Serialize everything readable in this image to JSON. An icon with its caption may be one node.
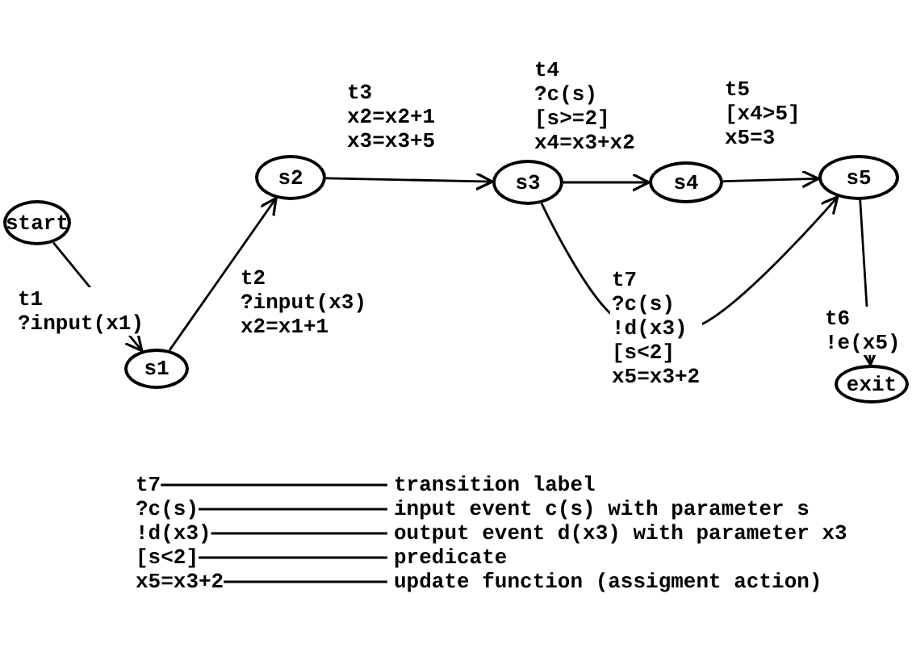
{
  "diagram": {
    "nodes": [
      {
        "text": [
          "start"
        ]
      },
      {
        "text": [
          "s1"
        ]
      },
      {
        "text": [
          "s2"
        ]
      },
      {
        "text": [
          "s3"
        ]
      },
      {
        "text": [
          "s4"
        ]
      },
      {
        "text": [
          "s5"
        ]
      },
      {
        "text": [
          "exit"
        ]
      },
      {
        "text": [
          "t7"
        ]
      },
      {
        "text": [
          "transition label"
        ]
      },
      {
        "text": [
          "?c(s)"
        ]
      },
      {
        "text": [
          "input event c(s) with parameter s"
        ]
      },
      {
        "text": [
          "!d(x3)"
        ]
      },
      {
        "text": [
          "output event d(x3) with parameter x3"
        ]
      },
      {
        "text": [
          "[s<2]"
        ]
      },
      {
        "text": [
          "predicate"
        ]
      },
      {
        "text": [
          "x5=x3+2"
        ]
      },
      {
        "text": [
          "update function (assigment action)"
        ]
      }
    ],
    "edges": [
      {
        "from": 0,
        "to": 1,
        "arrow": "to",
        "label": "t1 ?input(x1)"
      },
      {
        "from": 1,
        "to": 2,
        "arrow": "to",
        "label": "t2 ?input(x3) x2=x1+1"
      },
      {
        "from": 2,
        "to": 3,
        "arrow": "to",
        "label": "t3 x2=x2+1 x3=x3+5"
      },
      {
        "from": 3,
        "to": 4,
        "arrow": "to",
        "label": "t4 ?c(s) [s>=2] x4=x3+x2"
      },
      {
        "from": 4,
        "to": 5,
        "arrow": "to",
        "label": "t5 [x4>5] x5=3"
      },
      {
        "from": 3,
        "to": 5,
        "arrow": "to",
        "label": "t7 ?c(s) !d(x3) [s<2] x5=x3+2"
      },
      {
        "from": 5,
        "to": 6,
        "arrow": "to",
        "label": "t6 !e(x5)"
      },
      {
        "from": 7,
        "to": 8,
        "arrow": "none"
      },
      {
        "from": 9,
        "to": 10,
        "arrow": "none"
      },
      {
        "from": 11,
        "to": 12,
        "arrow": "none"
      },
      {
        "from": 13,
        "to": 14,
        "arrow": "none"
      },
      {
        "from": 15,
        "to": 16,
        "arrow": "none"
      }
    ]
  }
}
